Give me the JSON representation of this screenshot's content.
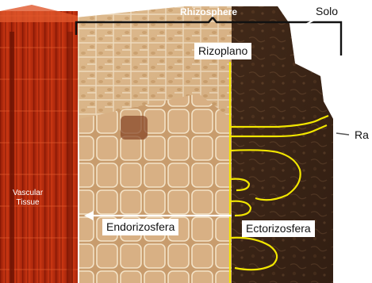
{
  "labels": {
    "rhizosphere": "Rhizosphere",
    "solo": "Solo",
    "rizoplano": "Rizoplano",
    "ra": "Ra",
    "vascular_tissue": "Vascular\nTissue",
    "endorizosfera": "Endorizosfera",
    "ectorizosfera": "Ectorizosfera"
  },
  "colors": {
    "vascular_tissue": "#c62a0f",
    "cortex": "#dcb88a",
    "soil": "#3a2418",
    "root_hair_outline": "#f2e600"
  }
}
